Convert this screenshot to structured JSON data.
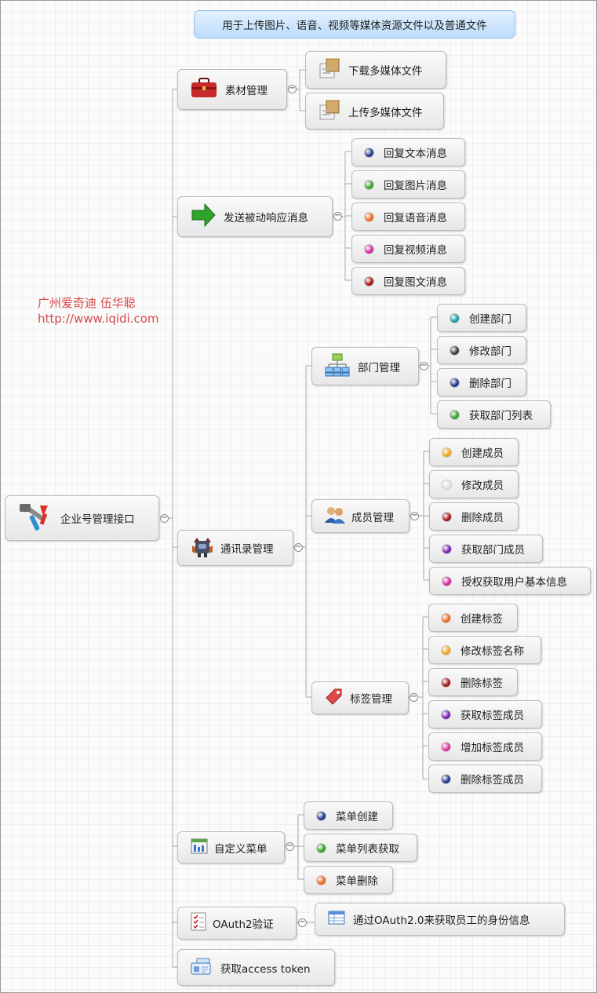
{
  "note": "用于上传图片、语音、视频等媒体资源文件以及普通文件",
  "watermark": {
    "line1": "广州爱奇迪 伍华聪",
    "line2": "http://www.iqidi.com"
  },
  "root": "企业号管理接口",
  "branches": {
    "material": {
      "label": "素材管理",
      "items": [
        "下载多媒体文件",
        "上传多媒体文件"
      ]
    },
    "reply": {
      "label": "发送被动响应消息",
      "items": [
        "回复文本消息",
        "回复图片消息",
        "回复语音消息",
        "回复视频消息",
        "回复图文消息"
      ]
    },
    "contacts": {
      "label": "通讯录管理",
      "department": {
        "label": "部门管理",
        "items": [
          "创建部门",
          "修改部门",
          "删除部门",
          "获取部门列表"
        ]
      },
      "member": {
        "label": "成员管理",
        "items": [
          "创建成员",
          "修改成员",
          "删除成员",
          "获取部门成员",
          "授权获取用户基本信息"
        ]
      },
      "tag": {
        "label": "标签管理",
        "items": [
          "创建标签",
          "修改标签名称",
          "删除标签",
          "获取标签成员",
          "增加标签成员",
          "删除标签成员"
        ]
      }
    },
    "menu": {
      "label": "自定义菜单",
      "items": [
        "菜单创建",
        "菜单列表获取",
        "菜单删除"
      ]
    },
    "oauth": {
      "label": "OAuth2验证",
      "items": [
        "通过OAuth2.0来获取员工的身份信息"
      ]
    },
    "token": {
      "label": "获取access token"
    }
  },
  "colors": {
    "navy": "#23398a",
    "green": "#39a22c",
    "orange": "#ef6a1e",
    "magenta": "#d22c9f",
    "darkred": "#a31818",
    "teal": "#1d9aa8",
    "charcoal": "#3b3b3b",
    "amber": "#f0a51c",
    "pale": "#e2e5ef",
    "purple": "#7a1fb4",
    "pink": "#e0339a"
  }
}
